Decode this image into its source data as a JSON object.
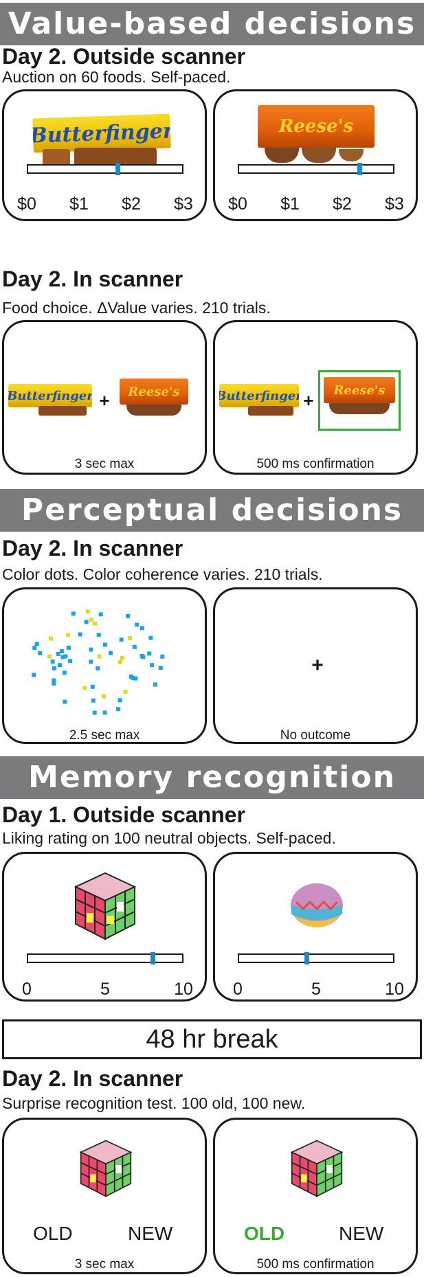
{
  "sections": {
    "value": {
      "banner": "Value-based decisions",
      "auction": {
        "heading": "Day 2. Outside scanner",
        "sub": "Auction on 60 foods. Self-paced.",
        "ticks": [
          "$0",
          "$1",
          "$2",
          "$3"
        ],
        "left_value": 1.75,
        "right_value": 2.35
      },
      "choice": {
        "heading": "Day 2. In scanner",
        "sub": "Food choice. ΔValue varies. 210 trials.",
        "plus": "+",
        "cap_left": "3 sec max",
        "cap_right": "500 ms confirmation"
      }
    },
    "perceptual": {
      "banner": "Perceptual decisions",
      "heading": "Day 2. In scanner",
      "sub": "Color dots. Color coherence varies. 210 trials.",
      "cap_left": "2.5 sec max",
      "cross": "+",
      "cap_right": "No outcome"
    },
    "memory": {
      "banner": "Memory recognition",
      "rating": {
        "heading": "Day 1. Outside scanner",
        "sub": "Liking rating on 100 neutral objects. Self-paced.",
        "ticks": [
          "0",
          "5",
          "10"
        ],
        "left_value": 8.1,
        "right_value": 4.4
      },
      "break": "48 hr break",
      "test": {
        "heading": "Day 2. In scanner",
        "sub": "Surprise recognition test. 100 old, 100 new.",
        "old": "OLD",
        "new": "NEW",
        "cap_left": "3 sec max",
        "cap_right": "500 ms confirmation"
      }
    }
  },
  "brands": {
    "butterfinger": "Butterfinger",
    "reeses": "Reese's"
  },
  "colors": {
    "banner": "#7b7b7e",
    "slider_thumb": "#1e88c8",
    "selected_green": "#3aa93a",
    "dot_blue": "#1fa3e0",
    "dot_yellow": "#d9dc2a"
  }
}
